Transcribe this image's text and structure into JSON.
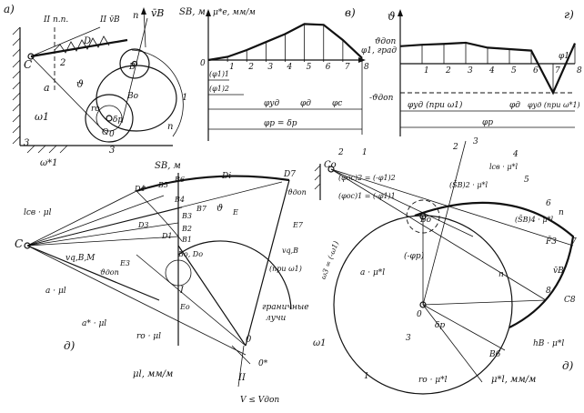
{
  "panels": {
    "a": {
      "label": "а)",
      "text": {
        "top_dash": "II п.п.",
        "parallel_v": "II v̄B",
        "n": "n",
        "vb": "v̄B",
        "c": "C",
        "d": "D",
        "two": "2",
        "a": "a",
        "theta": "ϑ",
        "b": "B",
        "bo": "Bo",
        "one": "1",
        "n2": "n",
        "omega": "ω1",
        "ro": "ro",
        "delta_p": "δp",
        "zero": "0",
        "o": "O",
        "three": "3",
        "omega_star": "ω*1",
        "three_b": "3"
      }
    },
    "b": {
      "label": "в)",
      "text": {
        "y_axis": "SB, м",
        "mu": "μ*e, мм/м",
        "zero": "0",
        "x_axis": "φ1, град",
        "phi1_1": "(φ1)1",
        "phi1_2": "(φ1)2",
        "phi_ud": "φуд",
        "phi_d": "φд",
        "phi_c": "φс",
        "phi_p": "φр = δр"
      },
      "ticks": [
        "1",
        "2",
        "3",
        "4",
        "5",
        "6",
        "7",
        "8"
      ],
      "chart_data": {
        "type": "line",
        "xlabel": "φ1, град",
        "ylabel": "SB, м",
        "categories": [
          "0",
          "1",
          "2",
          "3",
          "4",
          "5",
          "6",
          "7",
          "8"
        ],
        "values": [
          0,
          0.08,
          0.25,
          0.45,
          0.65,
          0.9,
          0.88,
          0.5,
          0.05
        ]
      }
    },
    "g": {
      "label": "г)",
      "text": {
        "y_axis": "ϑ",
        "theta_dop": "ϑдоп",
        "theta_dop_neg": "-ϑдоп",
        "phi_ud_w1": "φуд (при ω1)",
        "phi_d": "φд",
        "phi_ud_w1s": "φуд (при ω*1)",
        "phi_p": "φр",
        "phi1": "φ1"
      },
      "ticks": [
        "1",
        "2",
        "3",
        "4",
        "5",
        "6",
        "7",
        "8"
      ],
      "chart_data": {
        "type": "line",
        "xlabel": "φ1",
        "ylabel": "ϑ",
        "categories": [
          "0",
          "1",
          "2",
          "3",
          "4",
          "5",
          "6",
          "7",
          "8"
        ],
        "values": [
          0.6,
          0.65,
          0.68,
          0.72,
          0.55,
          0.5,
          0.45,
          -1.0,
          0.7
        ]
      }
    },
    "d": {
      "label": "д)",
      "text": {
        "s_axis": "SB, м",
        "c": "C",
        "lcb": "lсв · μl",
        "a_mu": "a · μl",
        "a_star": "a* · μl",
        "ro_mu": "ro · μl",
        "vqb": "vq,B,M",
        "theta_dop": "ϑдоп",
        "e3": "E3",
        "e": "E",
        "e7": "E7",
        "vqb2": "vq,B",
        "pri": "(при ω1)",
        "theta": "ϑ",
        "di": "Di",
        "d7": "D7",
        "theta_dop2": "ϑдоп",
        "eo": "Eo",
        "bo_do": "Bo, Do",
        "granichnye": "граничные",
        "luchi": "лучи",
        "roman1": "I",
        "roman2": "II",
        "o": "0",
        "o_star": "0*",
        "mu_label": "μl, мм/м",
        "v_dop": "V ≤ Vдоп",
        "d_labels": [
          "D4",
          "D3",
          "D1"
        ],
        "b_labels": [
          "B5",
          "B6",
          "B4",
          "B3",
          "B2",
          "B1",
          "B7"
        ]
      }
    },
    "e": {
      "label": "д)",
      "text": {
        "co": "Co",
        "two": "2",
        "one": "1",
        "phi_oc2": "(φoc)2 = (-φ1)2",
        "phi_oc1": "(φoc)1 = (-φ1)1",
        "s_b2": "(S̄B)2 · μ*l",
        "l_cb": "lсв · μ*l",
        "bo": "Bo",
        "s_b4": "(S̄B)4 · μ*l",
        "omega3": "ω3 = (-ω1)",
        "neg_phi": "(-φp)",
        "f": "F̄3",
        "vb": "v̄B",
        "a_mu": "a · μ*l",
        "o": "0",
        "three": "3",
        "delta": "δp",
        "ro_mu": "ro · μ*l",
        "hb": "hB · μ*l",
        "b6": "B6",
        "c8": "C8",
        "n": "n",
        "n2": "n",
        "omega1": "ω1",
        "mu_label": "μ*l, мм/м",
        "one_b": "1",
        "points": [
          "2",
          "3",
          "4",
          "5",
          "6",
          "7",
          "8"
        ]
      }
    }
  }
}
